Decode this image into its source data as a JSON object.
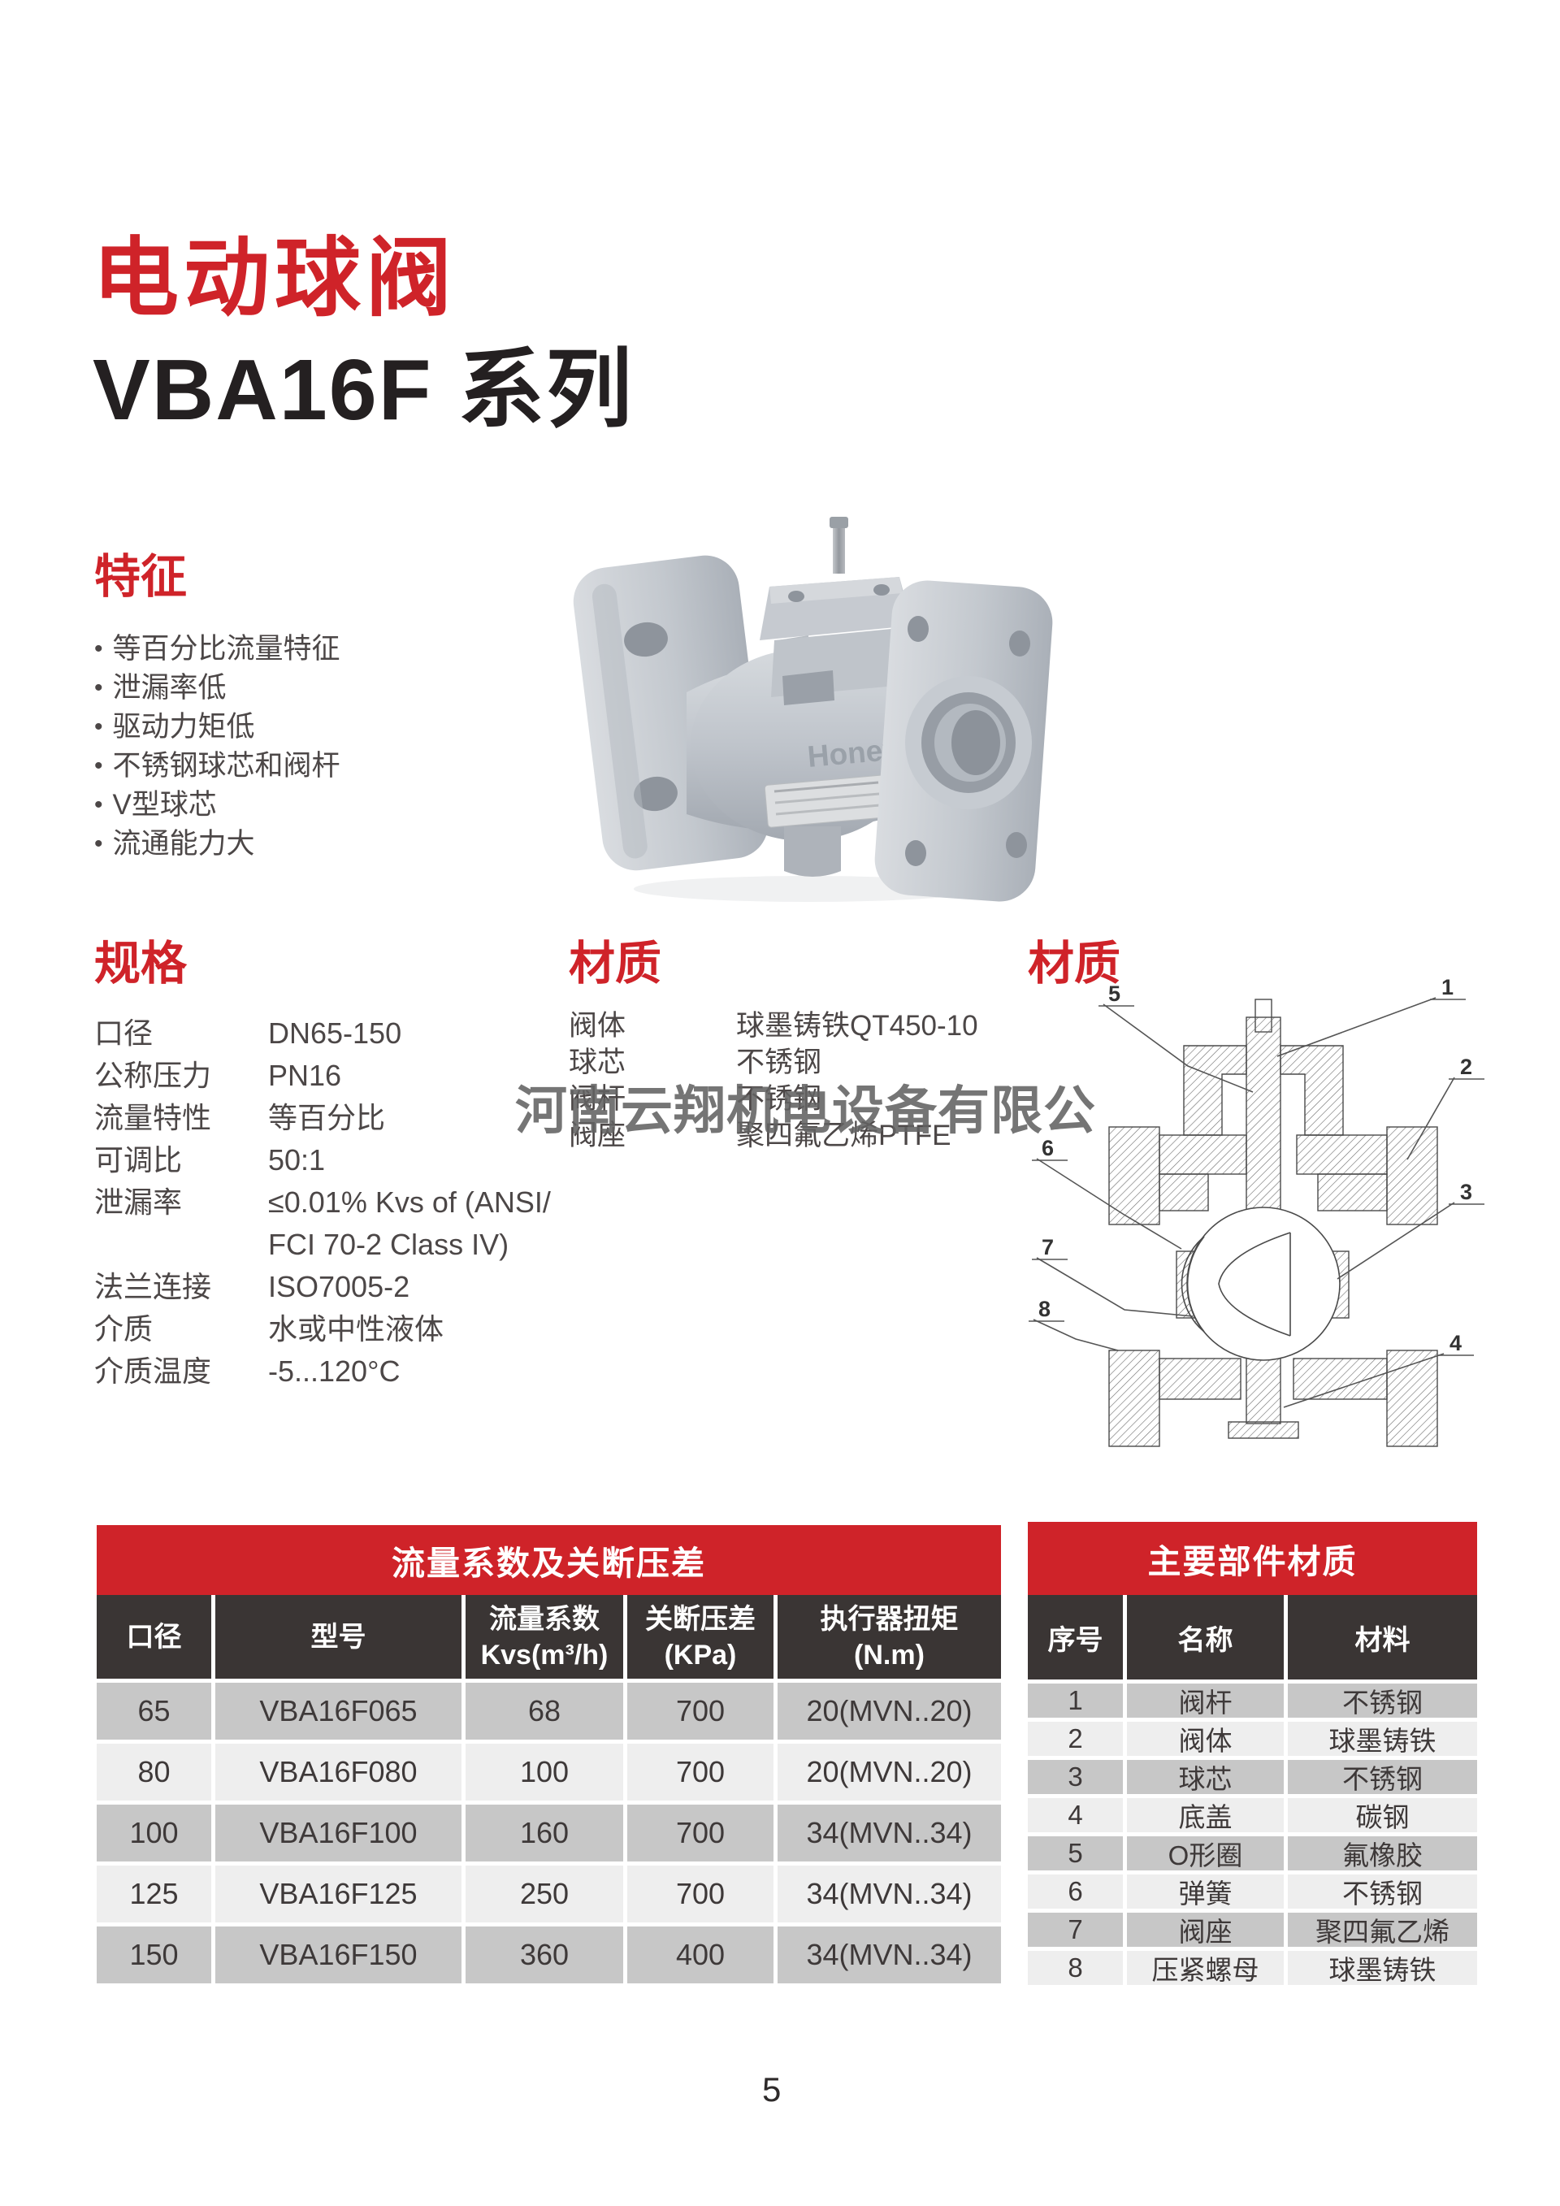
{
  "page": {
    "title_red": "电动球阀",
    "title_black": "VBA16F 系列",
    "watermark": "河南云翔机电设备有限公",
    "page_number": "5",
    "accent_color": "#cf2329",
    "header_bg": "#3a3534",
    "row_dark": "#c7c7c7",
    "row_light": "#eeeeee"
  },
  "features": {
    "heading": "特征",
    "items": [
      "等百分比流量特征",
      "泄漏率低",
      "驱动力矩低",
      "不锈钢球芯和阀杆",
      "V型球芯",
      "流通能力大"
    ]
  },
  "specs": {
    "heading": "规格",
    "rows": [
      {
        "label": "口径",
        "value": "DN65-150"
      },
      {
        "label": "公称压力",
        "value": "PN16"
      },
      {
        "label": "流量特性",
        "value": "等百分比"
      },
      {
        "label": "可调比",
        "value": "50:1"
      },
      {
        "label": "泄漏率",
        "value": "≤0.01% Kvs of (ANSI/\nFCI 70-2 Class IV)"
      },
      {
        "label": "法兰连接",
        "value": "ISO7005-2"
      },
      {
        "label": "介质",
        "value": "水或中性液体"
      },
      {
        "label": "介质温度",
        "value": "-5...120°C"
      }
    ]
  },
  "materials": {
    "heading": "材质",
    "rows": [
      {
        "label": "阀体",
        "value": "球墨铸铁QT450-10"
      },
      {
        "label": "球芯",
        "value": "不锈钢"
      },
      {
        "label": "阀杆",
        "value": "不锈钢"
      },
      {
        "label": "阀座",
        "value": "聚四氟乙烯PTFE"
      }
    ]
  },
  "diagram": {
    "heading": "材质",
    "callouts": [
      "1",
      "2",
      "3",
      "4",
      "5",
      "6",
      "7",
      "8"
    ]
  },
  "photo": {
    "brand": "Honeywell"
  },
  "flow_table": {
    "title": "流量系数及关断压差",
    "headers": [
      "口径",
      "型号",
      "流量系数\nKvs(m³/h)",
      "关断压差\n(KPa)",
      "执行器扭矩\n(N.m)"
    ],
    "rows": [
      [
        "65",
        "VBA16F065",
        "68",
        "700",
        "20(MVN..20)"
      ],
      [
        "80",
        "VBA16F080",
        "100",
        "700",
        "20(MVN..20)"
      ],
      [
        "100",
        "VBA16F100",
        "160",
        "700",
        "34(MVN..34)"
      ],
      [
        "125",
        "VBA16F125",
        "250",
        "700",
        "34(MVN..34)"
      ],
      [
        "150",
        "VBA16F150",
        "360",
        "400",
        "34(MVN..34)"
      ]
    ]
  },
  "parts_table": {
    "title": "主要部件材质",
    "headers": [
      "序号",
      "名称",
      "材料"
    ],
    "rows": [
      [
        "1",
        "阀杆",
        "不锈钢"
      ],
      [
        "2",
        "阀体",
        "球墨铸铁"
      ],
      [
        "3",
        "球芯",
        "不锈钢"
      ],
      [
        "4",
        "底盖",
        "碳钢"
      ],
      [
        "5",
        "O形圈",
        "氟橡胶"
      ],
      [
        "6",
        "弹簧",
        "不锈钢"
      ],
      [
        "7",
        "阀座",
        "聚四氟乙烯"
      ],
      [
        "8",
        "压紧螺母",
        "球墨铸铁"
      ]
    ]
  }
}
